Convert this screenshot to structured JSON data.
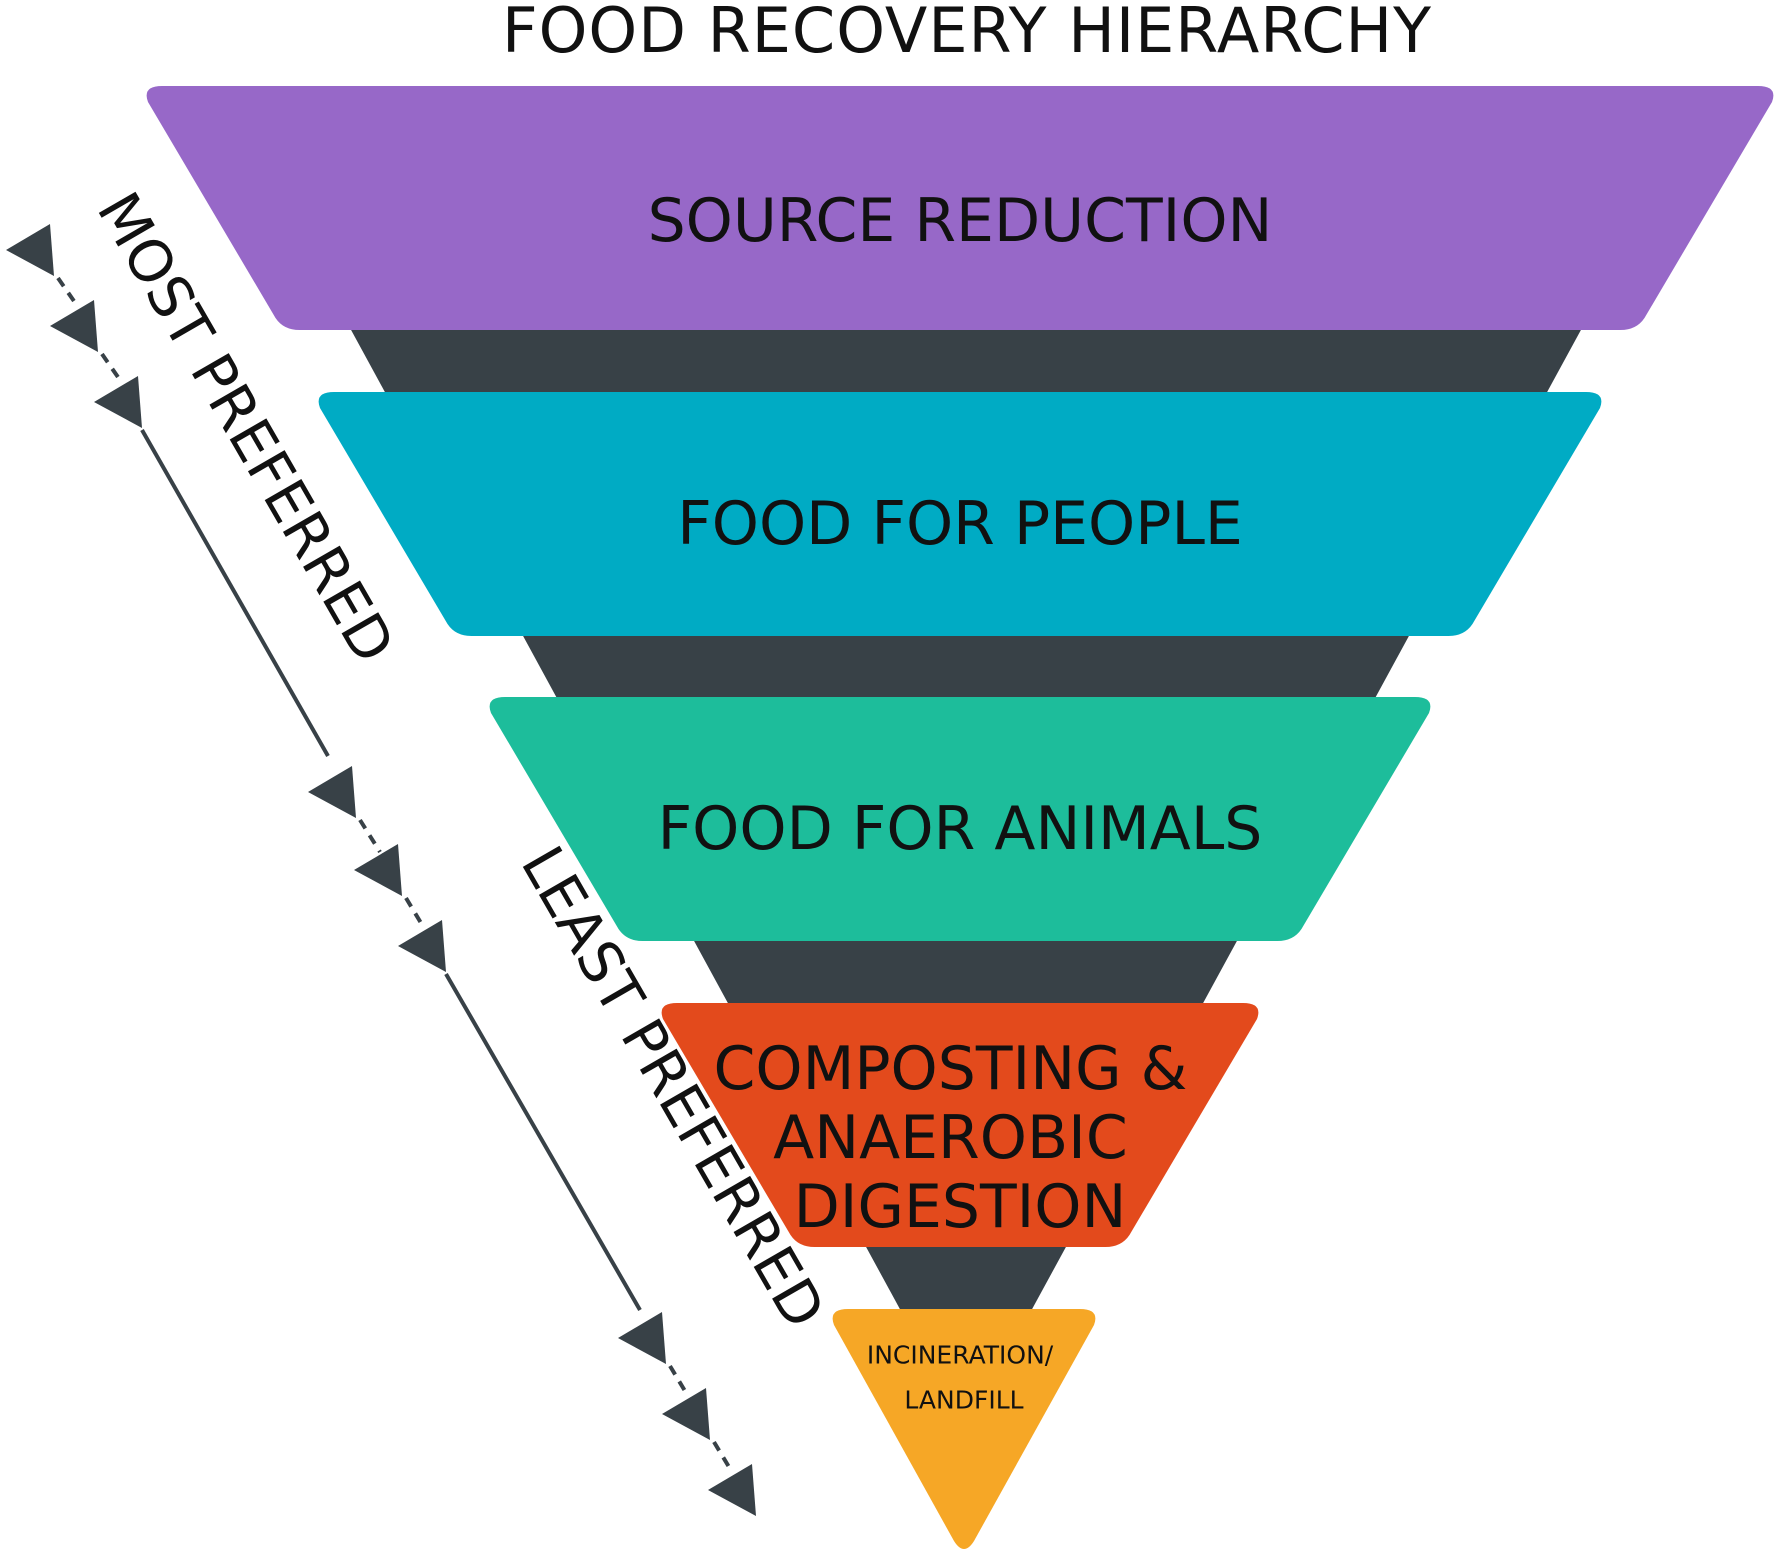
{
  "title": "FOOD RECOVERY HIERARCHY",
  "colors": {
    "background": "#ffffff",
    "connector": "#384147",
    "text": "#111111",
    "arrow": "#384147"
  },
  "tiers": [
    {
      "lines": [
        "SOURCE REDUCTION"
      ],
      "color": "#9768C8"
    },
    {
      "lines": [
        "FOOD FOR PEOPLE"
      ],
      "color": "#00ABC4"
    },
    {
      "lines": [
        "FOOD FOR ANIMALS"
      ],
      "color": "#1DBD9B"
    },
    {
      "lines": [
        "COMPOSTING &",
        "ANAEROBIC",
        "DIGESTION"
      ],
      "color": "#E34A1C"
    },
    {
      "lines": [
        "INCINERATION/",
        "LANDFILL"
      ],
      "color": "#F6A726"
    }
  ],
  "side_labels": {
    "top": "MOST PREFERRED",
    "bottom": "LEAST PREFERRED"
  },
  "icons": {
    "arrow_marker": "triangle-arrow-icon"
  }
}
